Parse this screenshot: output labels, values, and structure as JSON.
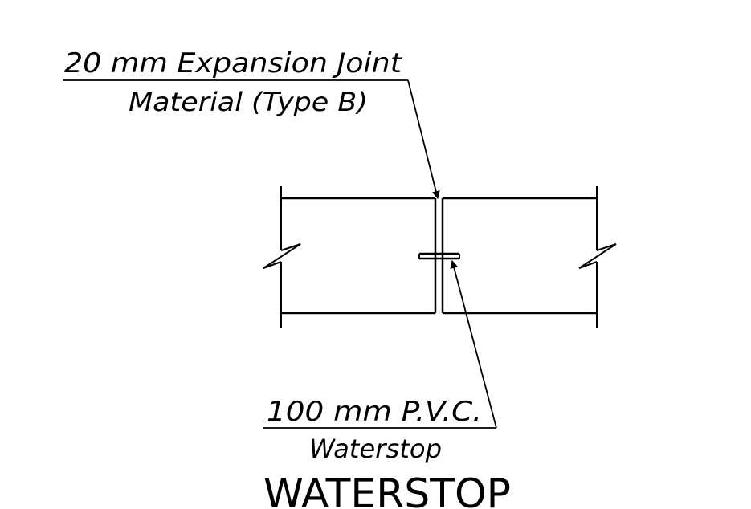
{
  "diagram": {
    "title": "WATERSTOP",
    "labels": {
      "expansion_joint_line1": "20 mm Expansion Joint",
      "expansion_joint_line2": "Material (Type B)",
      "waterstop_line1": "100 mm P.V.C.",
      "waterstop_line2": "Waterstop"
    },
    "colors": {
      "ink": "#000000",
      "background": "#ffffff"
    }
  }
}
